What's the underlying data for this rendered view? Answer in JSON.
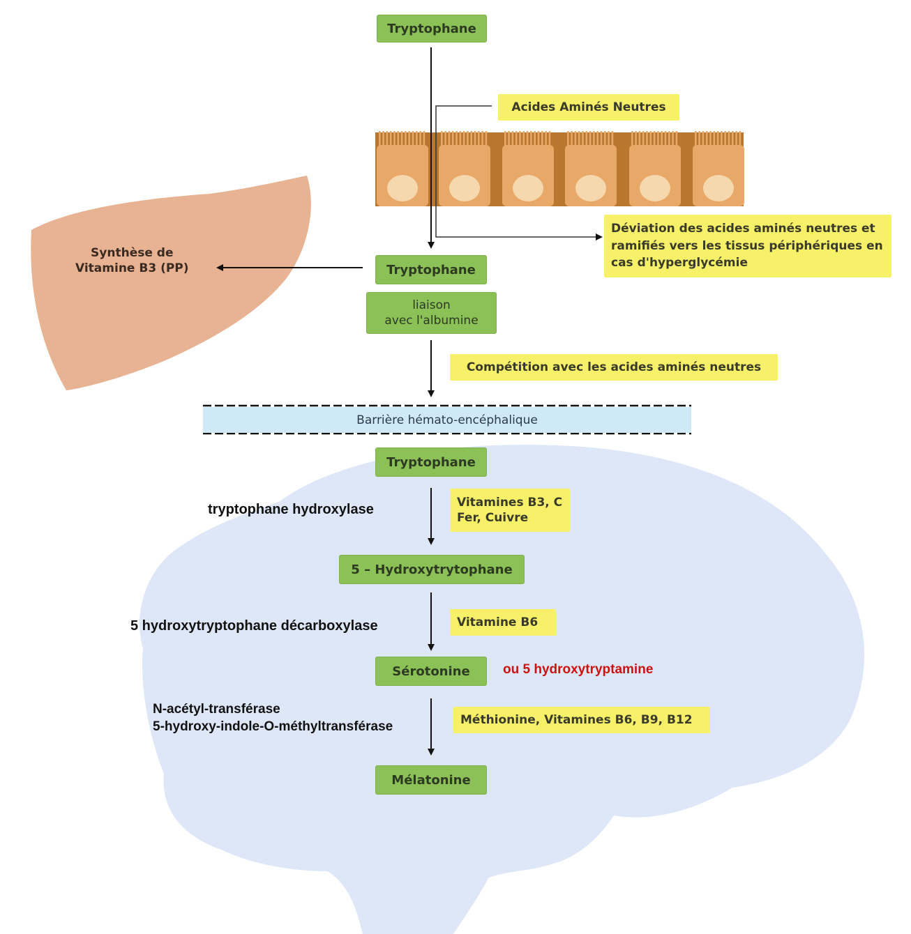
{
  "nodes": {
    "tryptophane_top": "Tryptophane",
    "tryptophane_blood": "Tryptophane",
    "albumine": "liaison\navec l'albumine",
    "tryptophane_brain": "Tryptophane",
    "hydroxytryptophane": "5 – Hydroxytrytophane",
    "serotonine": "Sérotonine",
    "melatonine": "Mélatonine"
  },
  "notes": {
    "acides_amines": "Acides Aminés Neutres",
    "deviation": "Déviation des acides aminés neutres et\nramifiés vers les tissus périphériques en\ncas d'hyperglycémie",
    "competition": "Compétition avec les acides aminés neutres",
    "cofactors_1": "Vitamines B3, C\nFer, Cuivre",
    "cofactors_2": "Vitamine B6",
    "cofactors_3": "Méthionine, Vitamines B6, B9, B12"
  },
  "liver_label": "Synthèse de\nVitamine B3 (PP)",
  "barrier_label": "Barrière hémato-encéphalique",
  "enzymes": {
    "step1": "tryptophane hydroxylase",
    "step2": "5 hydroxytryptophane décarboxylase",
    "step3": "N-acétyl-transférase\n5-hydroxy-indole-O-méthyltransférase"
  },
  "serotonine_alias": "ou 5 hydroxytryptamine",
  "colors": {
    "green_box": "#8cc157",
    "yellow_note": "#f7f16a",
    "liver": "#e7b393",
    "brain": "#dde7f8",
    "barrier": "#cfeaf6",
    "cell_body": "#e7a868",
    "cell_nucleus": "#f6d8ae",
    "alias_text": "#cc1111"
  }
}
